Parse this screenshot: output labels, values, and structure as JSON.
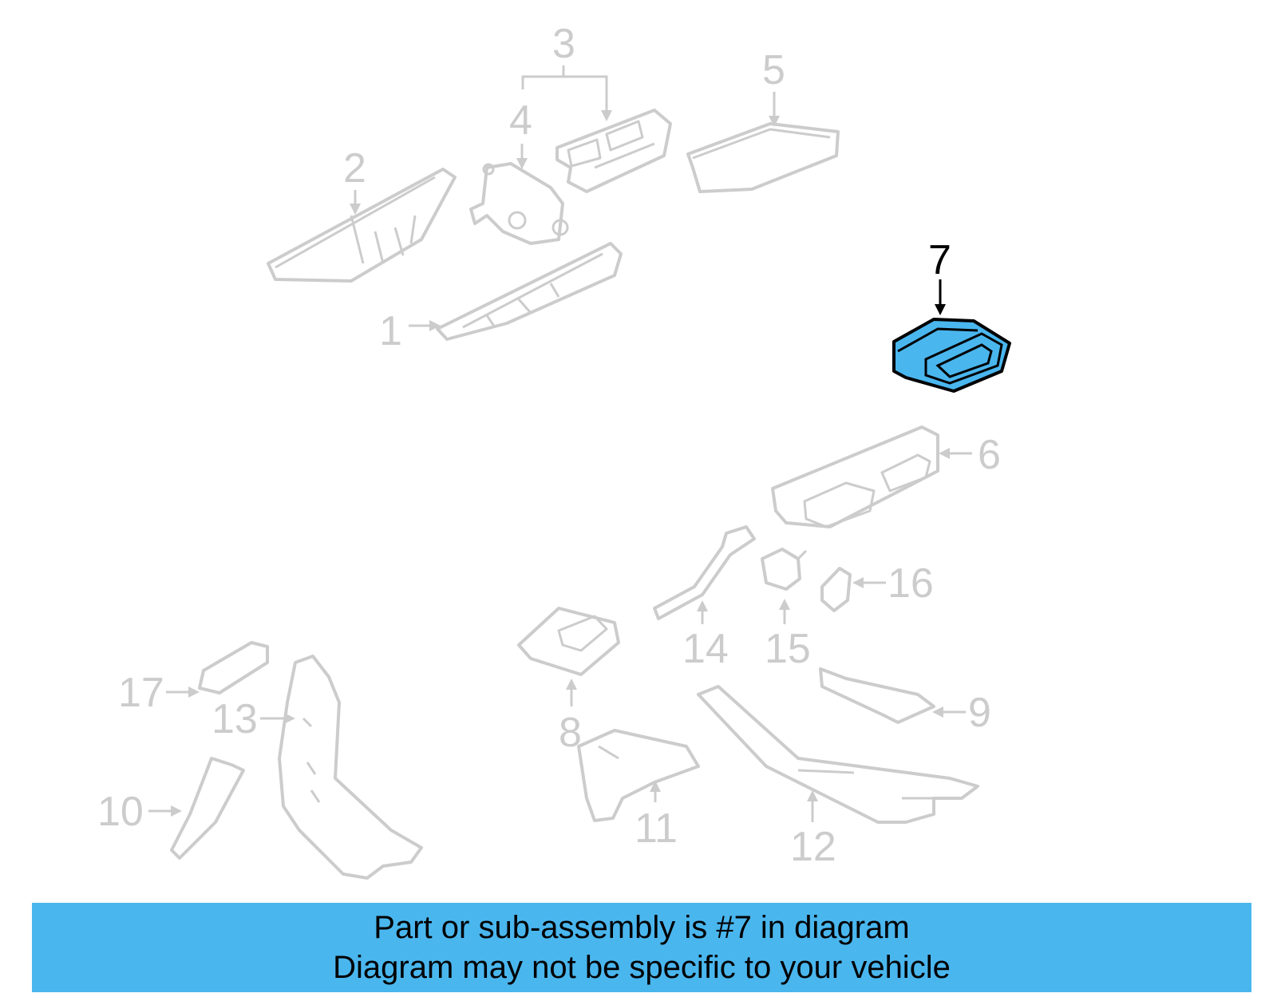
{
  "labels": {
    "p1": "1",
    "p2": "2",
    "p3": "3",
    "p4": "4",
    "p5": "5",
    "p6": "6",
    "p7": "7",
    "p8": "8",
    "p9": "9",
    "p10": "10",
    "p11": "11",
    "p12": "12",
    "p13": "13",
    "p14": "14",
    "p15": "15",
    "p16": "16",
    "p17": "17"
  },
  "highlighted_part": "7",
  "colors": {
    "highlight": "#4ab6ee",
    "inactive": "#cccccc",
    "banner": "#4ab6ee"
  },
  "banner": {
    "line1": "Part or sub-assembly is #7 in diagram",
    "line2": "Diagram may not be specific to your vehicle"
  }
}
